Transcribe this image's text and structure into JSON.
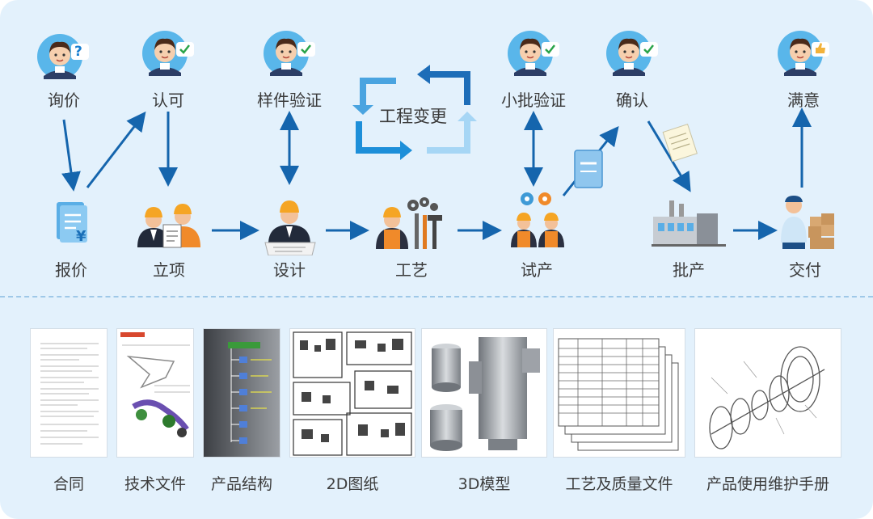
{
  "colors": {
    "arrow": "#1565ad",
    "loop_light": "#7fc2ee",
    "loop_dark": "#2f7bc1",
    "background": "#e3f1fc"
  },
  "top_row": {
    "inquiry": "询价",
    "approval": "认可",
    "sample_verification": "样件验证",
    "small_batch_verification": "小批验证",
    "confirmation": "确认",
    "satisfied": "满意"
  },
  "engineering_change": "工程变更",
  "process_row": {
    "quotation": "报价",
    "project_setup": "立项",
    "design": "设计",
    "process": "工艺",
    "trial_production": "试产",
    "mass_production": "批产",
    "delivery": "交付"
  },
  "documents": [
    {
      "label": "合同",
      "icon": "contract-doc"
    },
    {
      "label": "技术文件",
      "icon": "technical-doc"
    },
    {
      "label": "产品结构",
      "icon": "product-structure-tree"
    },
    {
      "label": "2D图纸",
      "icon": "2d-drawing"
    },
    {
      "label": "3D模型",
      "icon": "3d-model"
    },
    {
      "label": "工艺及质量文件",
      "icon": "process-quality-sheets"
    },
    {
      "label": "产品使用维护手册",
      "icon": "maintenance-manual-exploded-view"
    }
  ]
}
